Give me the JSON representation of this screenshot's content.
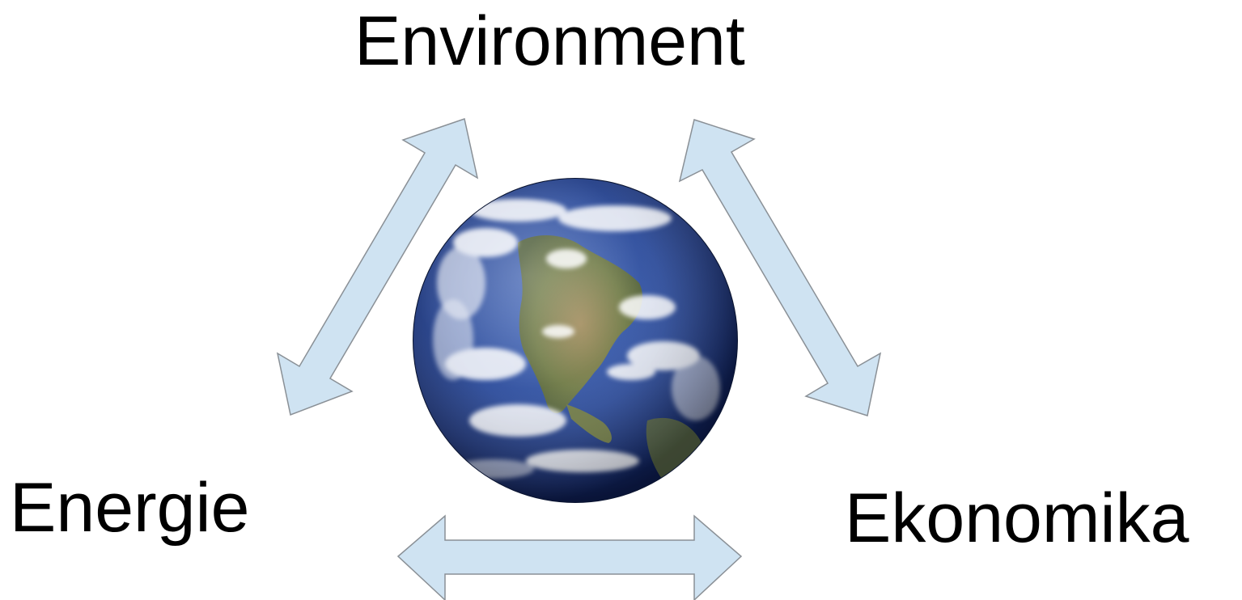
{
  "nodes": {
    "top": {
      "label": "Environment"
    },
    "left": {
      "label": "Energie"
    },
    "right": {
      "label": "Ekonomika"
    }
  },
  "center": {
    "image": "earth-globe"
  },
  "arrows": [
    {
      "from": "Energie",
      "to": "Environment",
      "direction": "bidirectional"
    },
    {
      "from": "Environment",
      "to": "Ekonomika",
      "direction": "bidirectional"
    },
    {
      "from": "Energie",
      "to": "Ekonomika",
      "direction": "bidirectional"
    }
  ],
  "colors": {
    "arrow_fill": "#cfe3f2",
    "arrow_stroke": "#8a9096",
    "text": "#000000",
    "ocean_dark": "#0c1a4a",
    "ocean_mid": "#2a4a9a",
    "land": "#7a7a4a"
  }
}
